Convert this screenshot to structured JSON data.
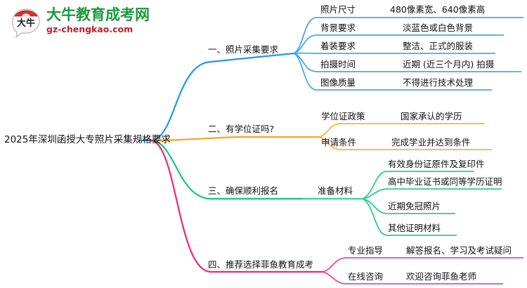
{
  "logo": {
    "mark_text": "大牛",
    "title": "大牛教育成考网",
    "subtitle": "gz-chengkao.com",
    "title_color": "#1a9a3c",
    "subtitle_color": "#c2202a",
    "mark_color": "#d32f2f"
  },
  "mindmap": {
    "root": {
      "label": "2025年深圳函授大专照片采集规格要求"
    },
    "branches": [
      {
        "id": "branch-1",
        "label": "一、照片采集要求",
        "color": "#2196F3",
        "children": [
          {
            "label": "照片尺寸",
            "value": "480像素宽、640像素高"
          },
          {
            "label": "背景要求",
            "value": "淡蓝色或白色背景"
          },
          {
            "label": "着装要求",
            "value": "整洁、正式的服装"
          },
          {
            "label": "拍摄时间",
            "value": "近期 (近三个月内) 拍摄"
          },
          {
            "label": "图像质量",
            "value": "不得进行技术处理"
          }
        ]
      },
      {
        "id": "branch-2",
        "label": "二、有学位证吗?",
        "color": "#F5A623",
        "children": [
          {
            "label": "学位证政策",
            "value": "国家承认的学历"
          },
          {
            "label": "申请条件",
            "value": "完成学业并达到条件"
          }
        ]
      },
      {
        "id": "branch-3",
        "label": "三、确保顺利报名",
        "color": "#16C47F",
        "group_label": "准备材料",
        "children": [
          {
            "label": "有效身份证原件及复印件"
          },
          {
            "label": "高中毕业证书或同等学历证明"
          },
          {
            "label": "近期免冠照片"
          },
          {
            "label": "其他证明材料"
          }
        ]
      },
      {
        "id": "branch-4",
        "label": "四、推荐选择菲鱼教育成考",
        "color": "#F5237B",
        "children": [
          {
            "label": "专业指导",
            "value": "解答报名、学习及考试疑问"
          },
          {
            "label": "在线咨询",
            "value": "欢迎咨询菲鱼老师"
          }
        ]
      }
    ]
  }
}
